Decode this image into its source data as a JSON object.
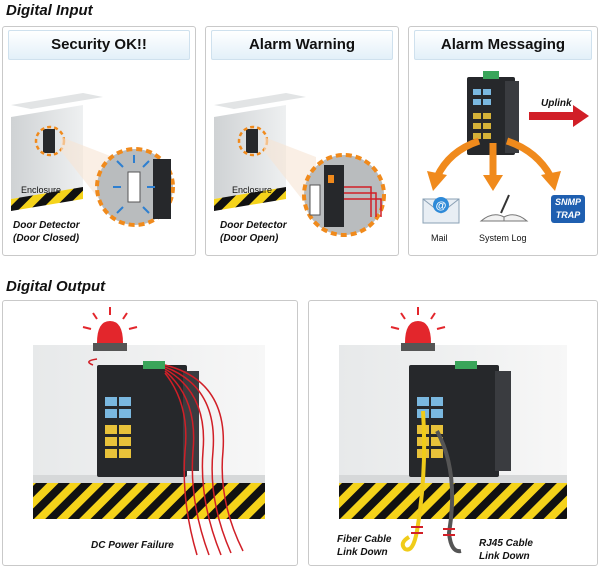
{
  "sections": {
    "digital_input": "Digital Input",
    "digital_output": "Digital Output"
  },
  "panels": {
    "security": {
      "title": "Security OK!!",
      "enclosure": "Enclosure",
      "detector_line1": "Door Detector",
      "detector_line2": "(Door Closed)"
    },
    "alarm": {
      "title": "Alarm Warning",
      "enclosure": "Enclosure",
      "detector_line1": "Door Detector",
      "detector_line2": "(Door Open)"
    },
    "messaging": {
      "title": "Alarm Messaging",
      "uplink": "Uplink",
      "mail": "Mail",
      "system_log": "System Log",
      "snmp_line1": "SNMP",
      "snmp_line2": "TRAP"
    }
  },
  "output": {
    "dc_power_failure": "DC Power Failure",
    "fiber_line1": "Fiber Cable",
    "fiber_line2": "Link Down",
    "rj45_line1": "RJ45 Cable",
    "rj45_line2": "Link Down"
  },
  "colors": {
    "accent_orange": "#f08a1c",
    "alert_red": "#d11f27",
    "hazard_yellow": "#f5d31a",
    "switch_body": "#26282b",
    "port_blue": "#7ab8e0",
    "snmp_blue": "#1f5fb0"
  }
}
